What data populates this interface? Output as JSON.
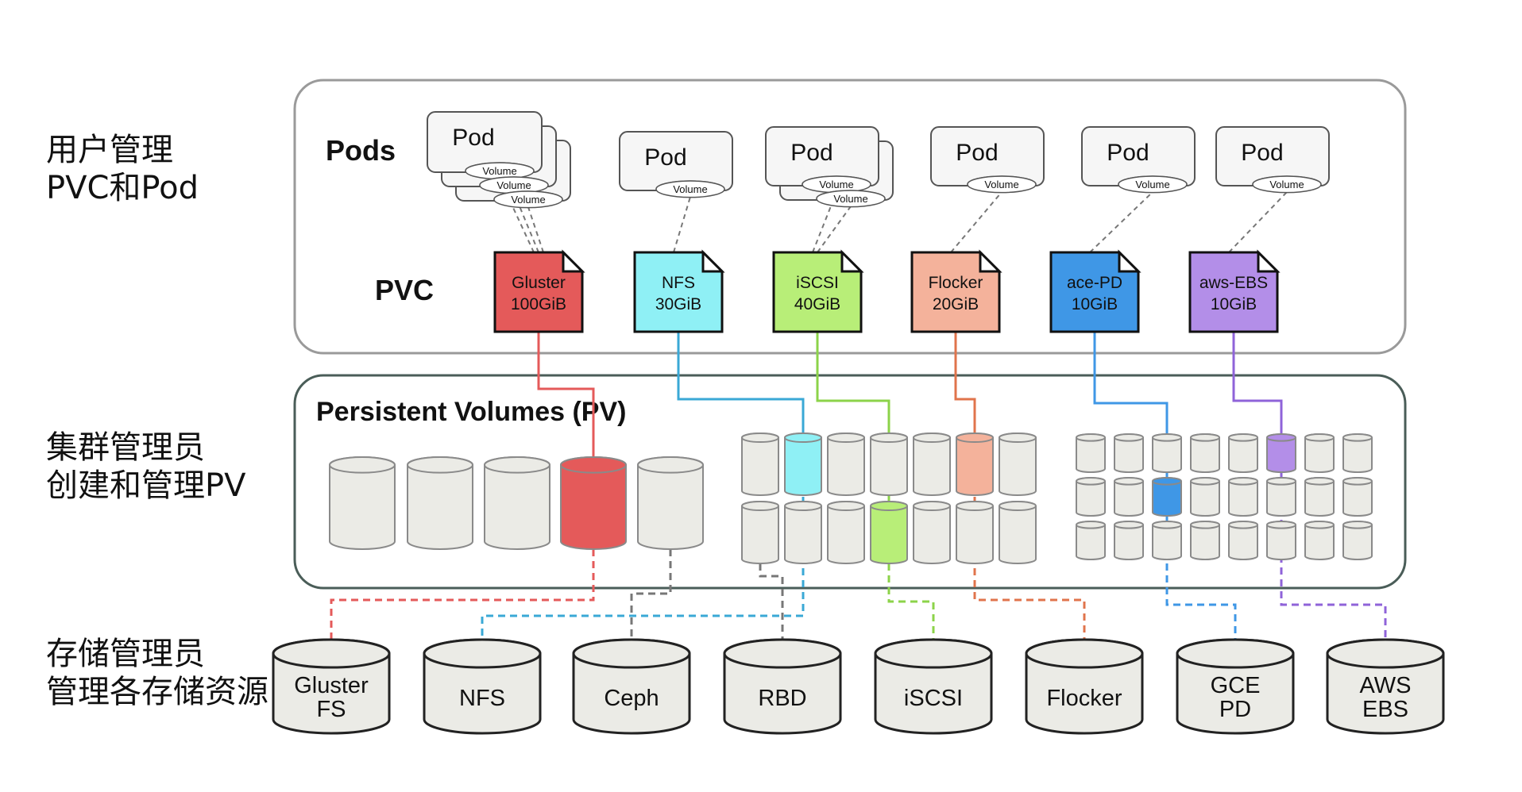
{
  "roles": {
    "user": {
      "line1": "用户管理",
      "line2": "PVC和Pod"
    },
    "cluster_admin": {
      "line1": "集群管理员",
      "line2": "创建和管理PV"
    },
    "storage_admin": {
      "line1": "存储管理员",
      "line2": "管理各存储资源"
    }
  },
  "labels": {
    "pods": "Pods",
    "pvc": "PVC",
    "pv": "Persistent Volumes (PV)"
  },
  "pods": [
    {
      "label": "Pod",
      "volumes": [
        "Volume",
        "Volume",
        "Volume"
      ]
    },
    {
      "label": "Pod",
      "volumes": [
        "Volume"
      ]
    },
    {
      "label": "Pod",
      "volumes": [
        "Volume",
        "Volume"
      ]
    },
    {
      "label": "Pod",
      "volumes": [
        "Volume"
      ]
    },
    {
      "label": "Pod",
      "volumes": [
        "Volume"
      ]
    },
    {
      "label": "Pod",
      "volumes": [
        "Volume"
      ]
    }
  ],
  "pvcs": [
    {
      "name": "Gluster",
      "size": "100GiB",
      "color": "#e45a5a"
    },
    {
      "name": "NFS",
      "size": "30GiB",
      "color": "#8ff0f5"
    },
    {
      "name": "iSCSI",
      "size": "40GiB",
      "color": "#b8ee78"
    },
    {
      "name": "Flocker",
      "size": "20GiB",
      "color": "#f4b29b"
    },
    {
      "name": "ace-PD",
      "size": "10GiB",
      "color": "#3f97e6"
    },
    {
      "name": "aws-EBS",
      "size": "10GiB",
      "color": "#b38ee8"
    }
  ],
  "storage": [
    {
      "lines": [
        "Gluster",
        "FS"
      ]
    },
    {
      "lines": [
        "NFS"
      ]
    },
    {
      "lines": [
        "Ceph"
      ]
    },
    {
      "lines": [
        "RBD"
      ]
    },
    {
      "lines": [
        "iSCSI"
      ]
    },
    {
      "lines": [
        "Flocker"
      ]
    },
    {
      "lines": [
        "GCE",
        "PD"
      ]
    },
    {
      "lines": [
        "AWS",
        "EBS"
      ]
    }
  ],
  "colors": {
    "box_border": "#9a9a9a",
    "pv_box_border": "#4a5d58",
    "cylinder_fill": "#ebebe6",
    "cylinder_stroke": "#8a8a8a",
    "gluster": "#e45a5a",
    "nfs": "#8ff0f5",
    "nfs_line": "#3aa8d6",
    "iscsi": "#b8ee78",
    "iscsi_line": "#8cd34a",
    "flocker": "#f4b29b",
    "flocker_line": "#e0744c",
    "gce": "#3f97e6",
    "gce_line": "#3f97e6",
    "aws": "#b38ee8",
    "aws_line": "#8f63d9"
  }
}
